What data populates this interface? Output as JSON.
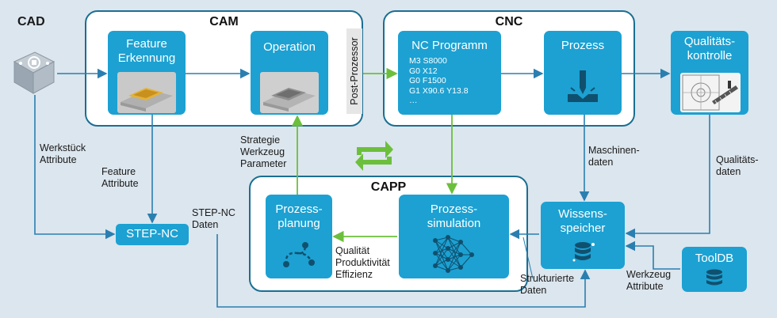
{
  "labels": {
    "cad": "CAD",
    "werkstueck_attr": "Werkstück\nAttribute",
    "feature_attr": "Feature\nAttribute",
    "strategie": "Strategie\nWerkzeug\nParameter",
    "step_nc_daten": "STEP-NC\nDaten",
    "qualitaet_list": "Qualität\nProduktivität\nEffizienz",
    "strukturierte": "Strukturierte\nDaten",
    "maschinendaten": "Maschinen-\ndaten",
    "qualitaetsdaten": "Qualitäts-\ndaten",
    "werkzeug_attr": "Werkzeug\nAttribute",
    "post_prozessor": "Post-Prozessor"
  },
  "groups": {
    "cam": "CAM",
    "cnc": "CNC",
    "capp": "CAPP"
  },
  "blocks": {
    "feature": "Feature\nErkennung",
    "operation": "Operation",
    "nc": "NC Programm",
    "nc_code": "M3 S8000\nG0 X12\nG0 F1500\nG1 X90.6 Y13.8\n…",
    "prozess": "Prozess",
    "qualitaet": "Qualitäts-\nkontrolle",
    "planung": "Prozess-\nplanung",
    "simulation": "Prozess-\nsimulation",
    "wissen": "Wissens-\nspeicher",
    "step_nc": "STEP-NC",
    "tooldb": "ToolDB"
  },
  "colors": {
    "block": "#1ca1d2",
    "border": "#1a6f93",
    "wire_blue": "#2a7fb0",
    "wire_green": "#6cbf3c",
    "background": "#dce6ee"
  }
}
